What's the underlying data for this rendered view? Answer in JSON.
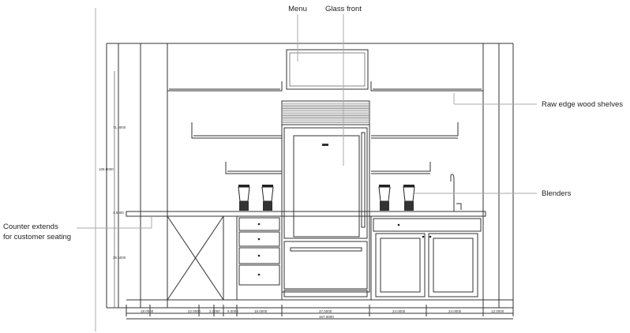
{
  "callouts": {
    "menu": "Menu",
    "glass_front": "Glass front",
    "shelves": "Raw edge wood shelves",
    "blenders": "Blenders",
    "counter_line1": "Counter extends",
    "counter_line2": "for customer seating"
  },
  "dimensions": {
    "vertical": [
      "71.0000",
      "108.0000",
      "1.5000",
      "35.5000"
    ],
    "horizontal": [
      "18.0000",
      "22.0000",
      "2.0000",
      "6.0000",
      "18.0000",
      "37.0000",
      "24.0000",
      "24.0000",
      "12.0000"
    ],
    "overall": "167.0000"
  }
}
